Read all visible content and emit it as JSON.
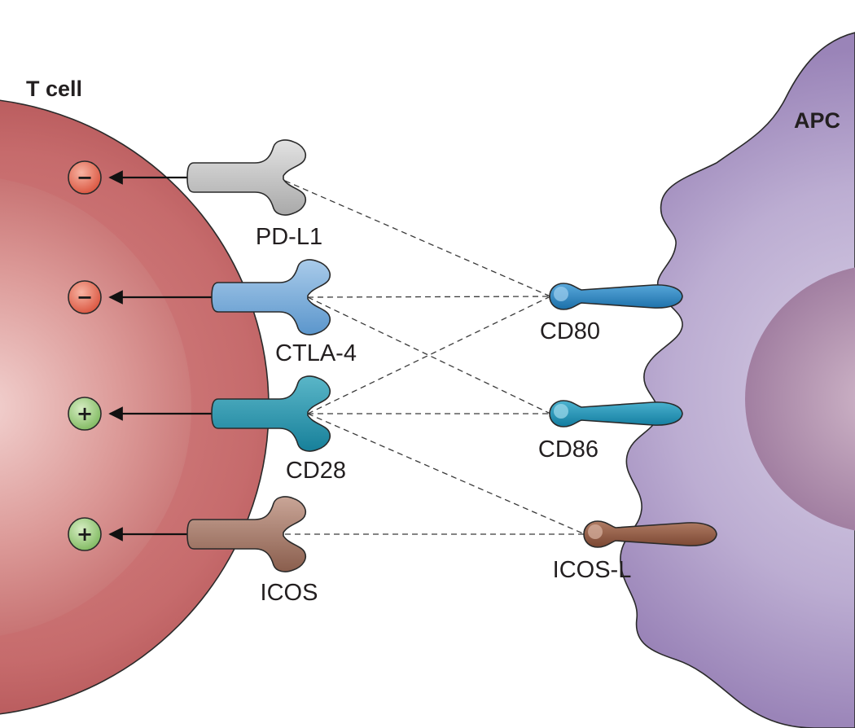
{
  "cells": {
    "t_cell": "T cell",
    "apc": "APC"
  },
  "receptors": [
    {
      "id": "pd-l1",
      "label": "PD-L1",
      "signal": "−",
      "signal_type": "inhibitory",
      "color": "#bdbdbd"
    },
    {
      "id": "ctla-4",
      "label": "CTLA-4",
      "signal": "−",
      "signal_type": "inhibitory",
      "color": "#7fb0da"
    },
    {
      "id": "cd28",
      "label": "CD28",
      "signal": "+",
      "signal_type": "stimulatory",
      "color": "#2f97ad"
    },
    {
      "id": "icos",
      "label": "ICOS",
      "signal": "+",
      "signal_type": "stimulatory",
      "color": "#9d7261"
    }
  ],
  "ligands": [
    {
      "id": "cd80",
      "label": "CD80",
      "color": "#2c86c0"
    },
    {
      "id": "cd86",
      "label": "CD86",
      "color": "#1a8fb3"
    },
    {
      "id": "icos-l",
      "label": "ICOS-L",
      "color": "#8a5540"
    }
  ],
  "interactions": [
    {
      "from": "PD-L1",
      "to": "CD80"
    },
    {
      "from": "CTLA-4",
      "to": "CD80"
    },
    {
      "from": "CTLA-4",
      "to": "CD86"
    },
    {
      "from": "CD28",
      "to": "CD80"
    },
    {
      "from": "CD28",
      "to": "CD86"
    },
    {
      "from": "CD28",
      "to": "ICOS-L"
    },
    {
      "from": "ICOS",
      "to": "ICOS-L"
    }
  ],
  "colors": {
    "inhibitory_sign": "#e06a55",
    "stimulatory_sign": "#8cc56f",
    "t_cell": "#c8696b",
    "apc": "#a48bbd"
  }
}
